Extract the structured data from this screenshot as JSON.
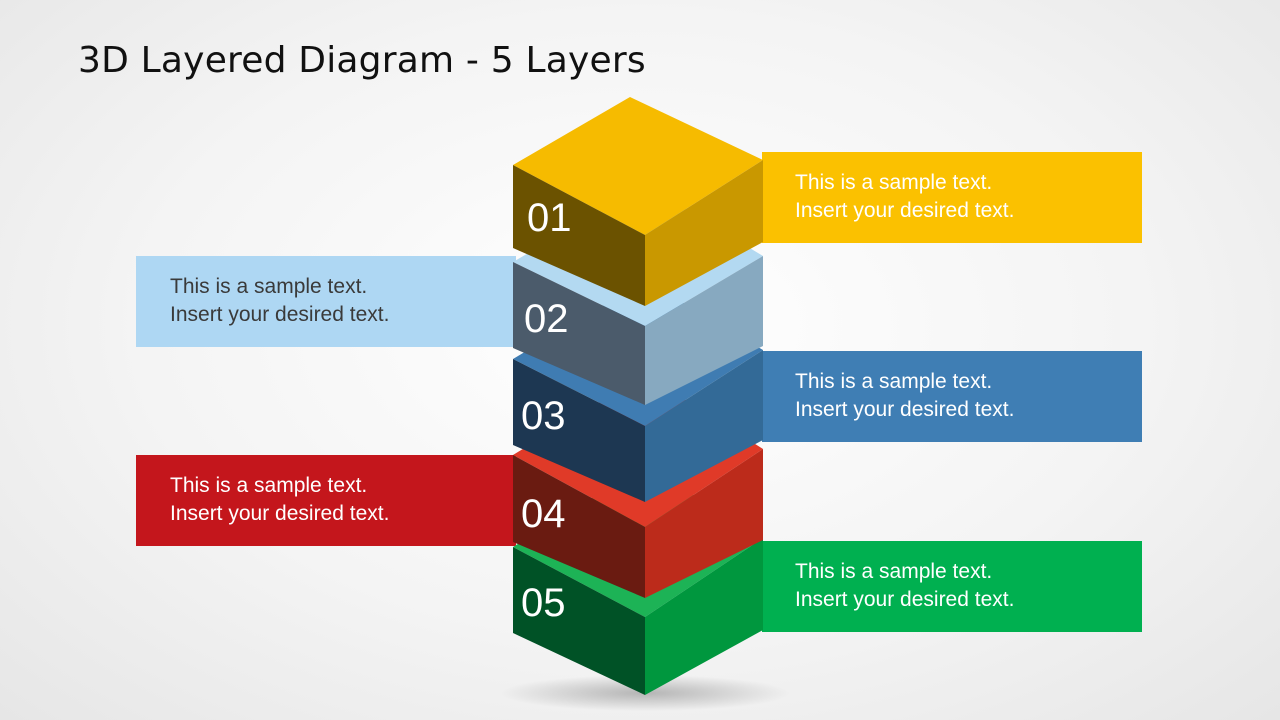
{
  "title": "3D Layered Diagram - 5 Layers",
  "colors": {
    "layer1": "#F5B800",
    "layer2": "#A8D4F0",
    "layer3": "#3E7CB1",
    "layer4": "#C4161C",
    "layer5": "#00B050"
  },
  "layers": [
    {
      "number": "01",
      "text_line1": "This is a sample text.",
      "text_line2": "Insert your desired text."
    },
    {
      "number": "02",
      "text_line1": "This is a sample text.",
      "text_line2": "Insert your desired text."
    },
    {
      "number": "03",
      "text_line1": "This is a sample text.",
      "text_line2": "Insert your desired text."
    },
    {
      "number": "04",
      "text_line1": "This is a sample text.",
      "text_line2": "Insert your desired text."
    },
    {
      "number": "05",
      "text_line1": "This is a sample text.",
      "text_line2": "Insert your desired text."
    }
  ]
}
